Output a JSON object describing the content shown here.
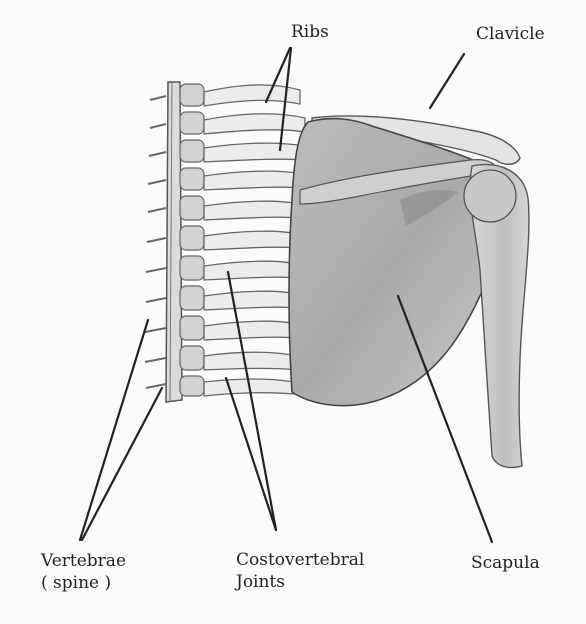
{
  "labels": {
    "ribs": "Ribs",
    "clavicle": "Clavicle",
    "vertebrae": "Vertebrae",
    "spine": "( spine )",
    "costovertebral": "Costovertebral",
    "joints": "Joints",
    "scapula": "Scapula"
  }
}
